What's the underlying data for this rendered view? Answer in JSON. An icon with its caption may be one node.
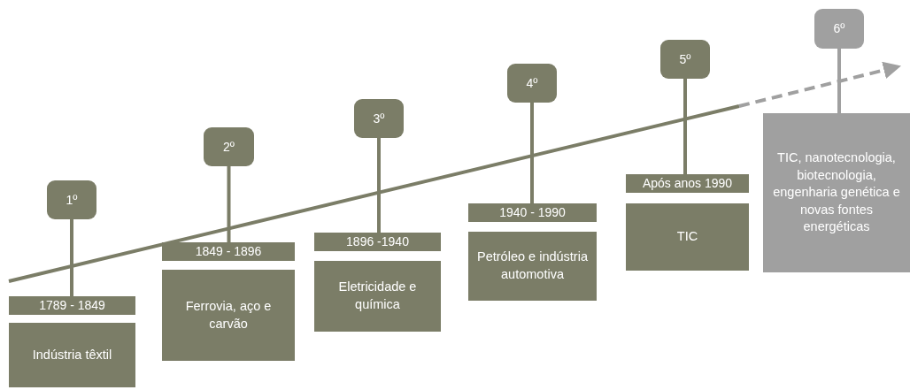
{
  "diagram": {
    "nodes": [
      {
        "text": [
          "1º"
        ]
      },
      {
        "text": [
          "1789 - 1849"
        ]
      },
      {
        "text": [
          "Indústria têxtil"
        ]
      },
      {
        "text": [
          "2º"
        ]
      },
      {
        "text": [
          "1849 - 1896"
        ]
      },
      {
        "text": [
          "Ferrovia, aço e carvão"
        ]
      },
      {
        "text": [
          "3º"
        ]
      },
      {
        "text": [
          "1896 -1940"
        ]
      },
      {
        "text": [
          "Eletricidade e química"
        ]
      },
      {
        "text": [
          "4º"
        ]
      },
      {
        "text": [
          "1940 - 1990"
        ]
      },
      {
        "text": [
          "Petróleo e indústria automotiva"
        ]
      },
      {
        "text": [
          "5º"
        ]
      },
      {
        "text": [
          "Após anos 1990"
        ]
      },
      {
        "text": [
          "TIC"
        ]
      },
      {
        "text": [
          "6º"
        ]
      },
      {
        "text": [
          "TIC, nanotecnologia, biotecnologia, engenharia genética e novas fontes energéticas"
        ]
      }
    ],
    "edges": [
      {
        "from": 0,
        "to": 1,
        "arrow": "none"
      },
      {
        "from": 3,
        "to": 4,
        "arrow": "none"
      },
      {
        "from": 6,
        "to": 7,
        "arrow": "none"
      },
      {
        "from": 9,
        "to": 10,
        "arrow": "none"
      },
      {
        "from": 12,
        "to": 13,
        "arrow": "none"
      },
      {
        "from": 15,
        "to": 16,
        "arrow": "none",
        "color": "#a0a0a0"
      }
    ]
  }
}
